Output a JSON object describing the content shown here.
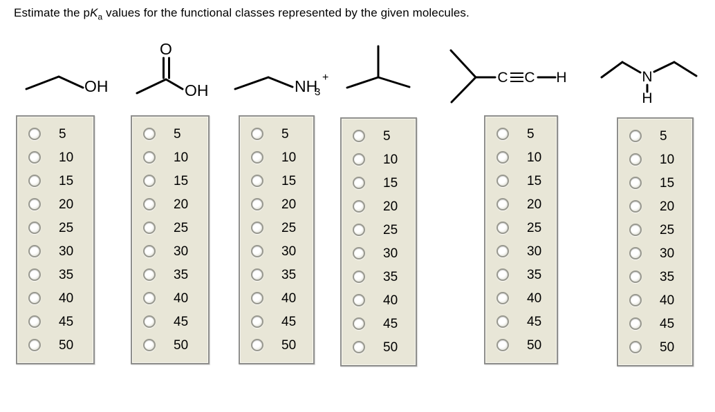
{
  "title": {
    "prefix": "Estimate the p",
    "k_italic": "K",
    "a_subscript": "a",
    "suffix": " values for the functional classes represented by the given molecules."
  },
  "pka_options": [
    "5",
    "10",
    "15",
    "20",
    "25",
    "30",
    "35",
    "40",
    "45",
    "50"
  ],
  "molecules": [
    {
      "id": "ethanol",
      "labels": {
        "hydroxyl": "OH"
      }
    },
    {
      "id": "acetic-acid",
      "labels": {
        "carbonyl_oxygen": "O",
        "hydroxyl": "OH"
      }
    },
    {
      "id": "ethylammonium",
      "labels": {
        "ammonium": "NH",
        "subscript": "3",
        "charge": "+"
      }
    },
    {
      "id": "isobutane",
      "labels": {}
    },
    {
      "id": "isopropyl-acetylene",
      "labels": {
        "carbon1": "C",
        "carbon2": "C",
        "terminal_h": "H"
      }
    },
    {
      "id": "diethylamine",
      "labels": {
        "nitrogen": "N",
        "nh_hydrogen": "H"
      }
    }
  ],
  "colors": {
    "panel_bg": "#e8e6d7",
    "panel_border": "#8e8e8c",
    "bond": "#000000",
    "page_bg": "#ffffff"
  }
}
